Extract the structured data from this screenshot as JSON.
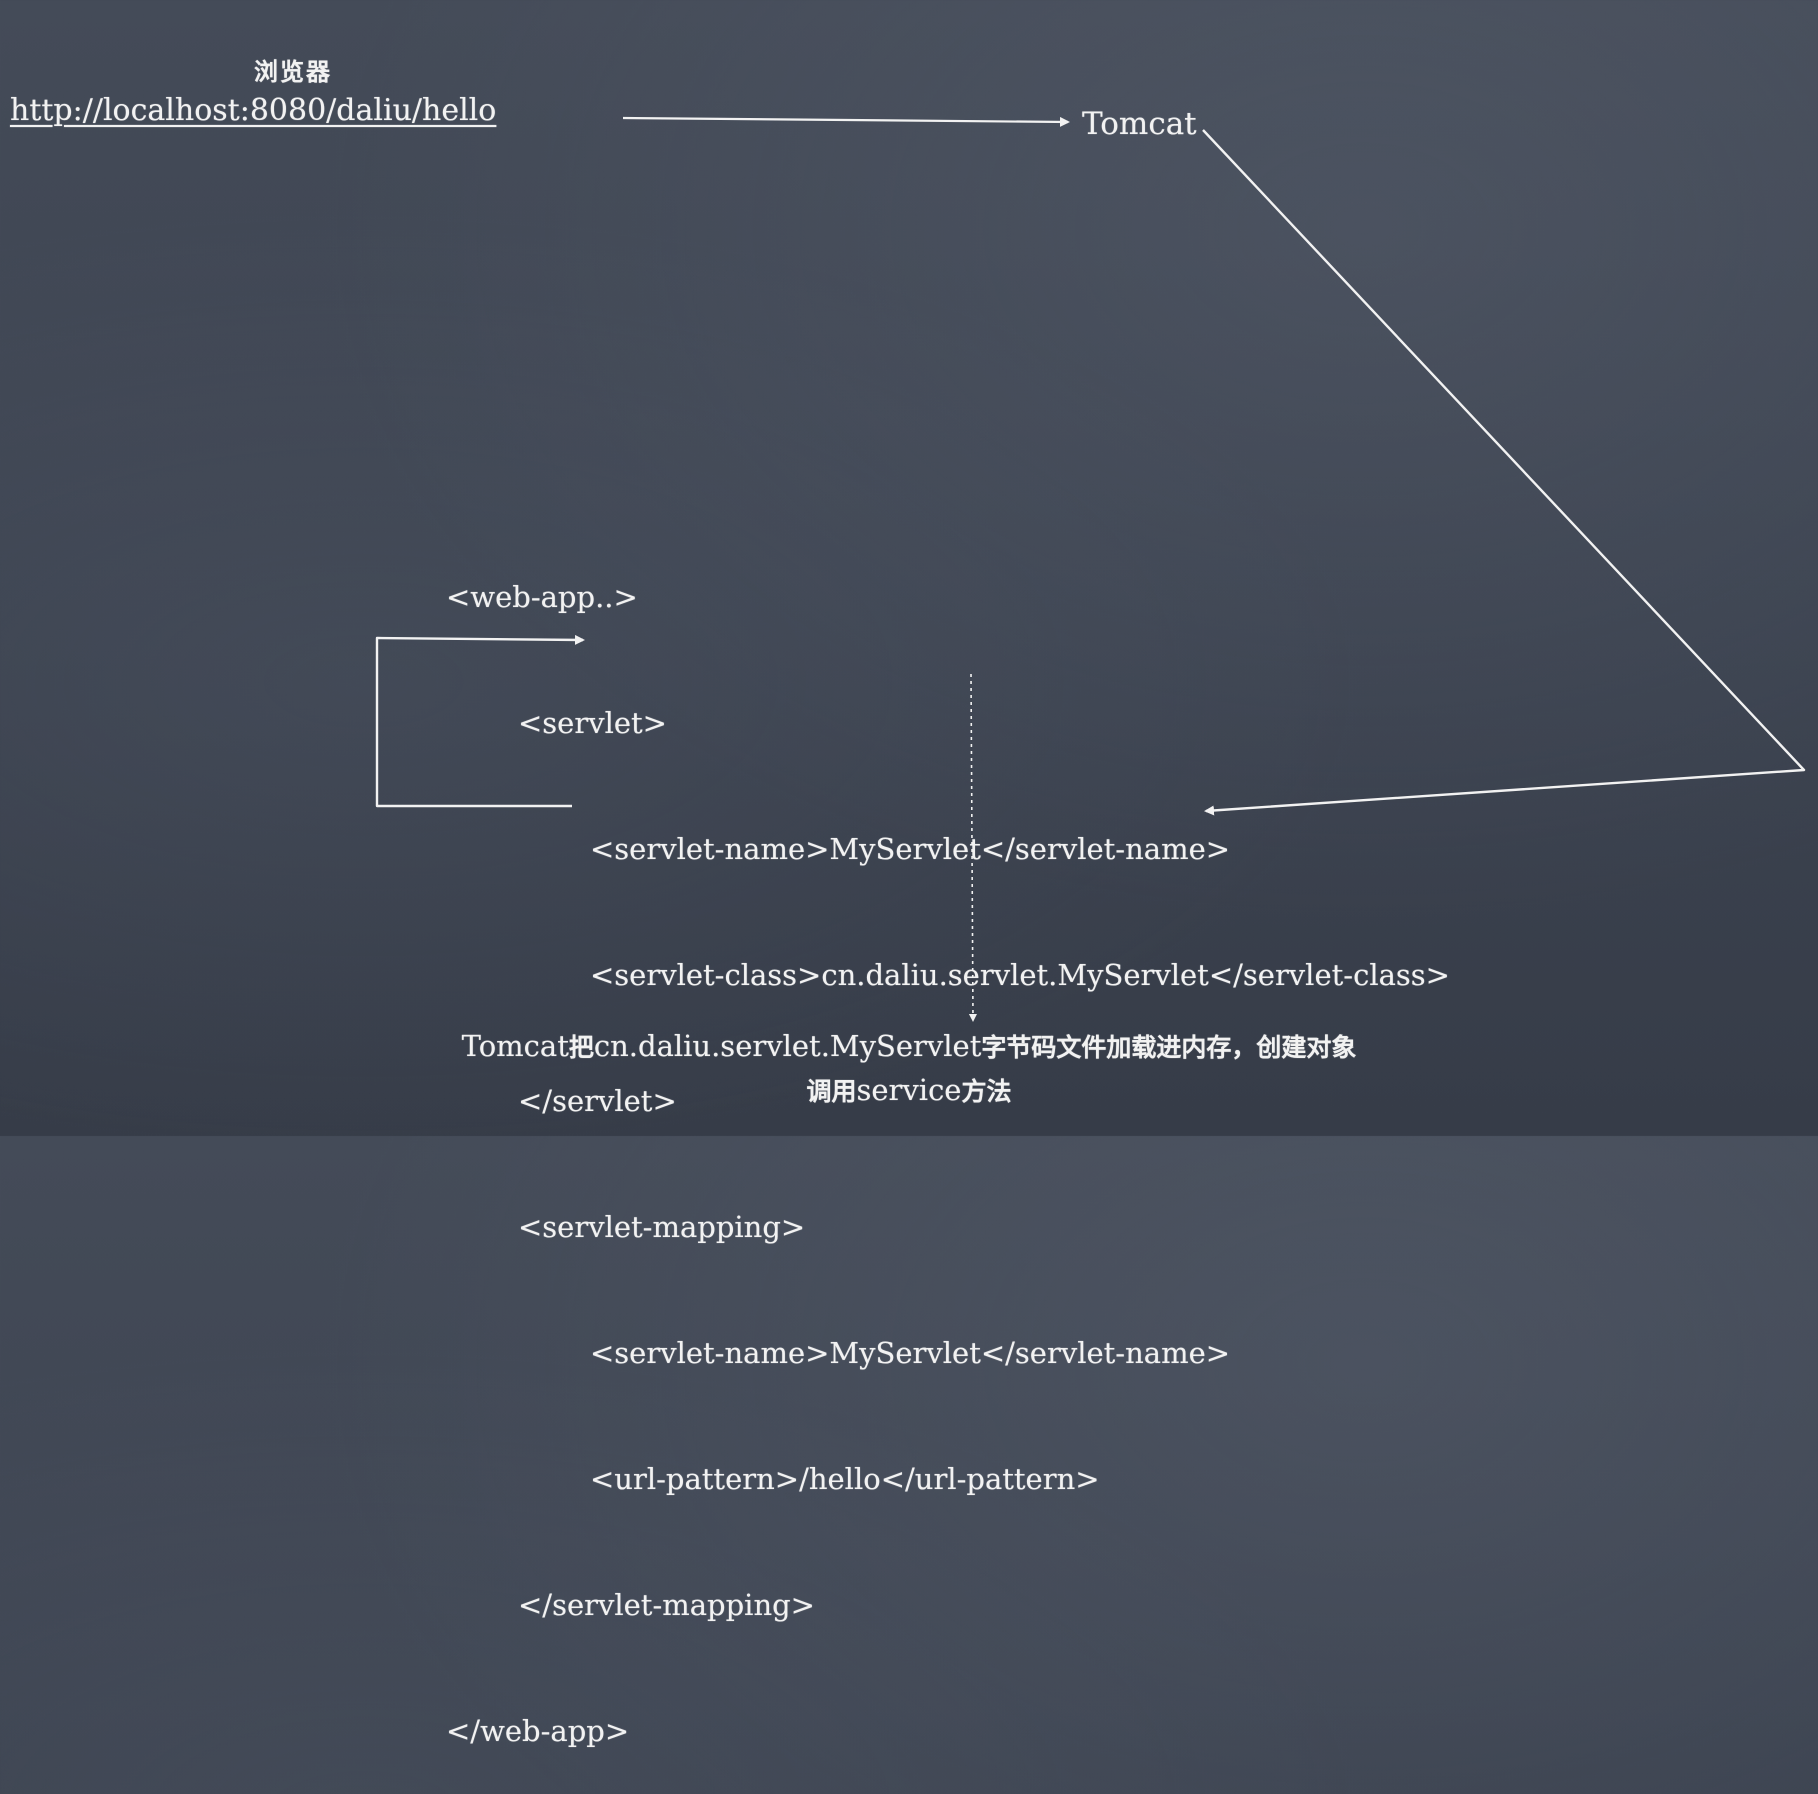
{
  "browser": {
    "label": "浏览器",
    "url": "http://localhost:8080/daliu/hello"
  },
  "server": {
    "label": "Tomcat"
  },
  "web_xml": {
    "lines": [
      "<web-app..>",
      "<servlet>",
      "<servlet-name>MyServlet</servlet-name>",
      "<servlet-class>cn.daliu.servlet.MyServlet</servlet-class>",
      "</servlet>",
      "<servlet-mapping>",
      "<servlet-name>MyServlet</servlet-name>",
      "<url-pattern>/hello</url-pattern>",
      "</servlet-mapping>",
      "</web-app>"
    ]
  },
  "result": {
    "line1_a": "Tomcat",
    "line1_b": "把",
    "line1_c": "cn.daliu.servlet.MyServlet",
    "line1_d": "字节码文件加载进内存，创建对象",
    "line2_a": "调用",
    "line2_b": "service",
    "line2_c": "方法"
  },
  "colors": {
    "chalk": "#f2f2f2",
    "board": "#3f4653"
  }
}
